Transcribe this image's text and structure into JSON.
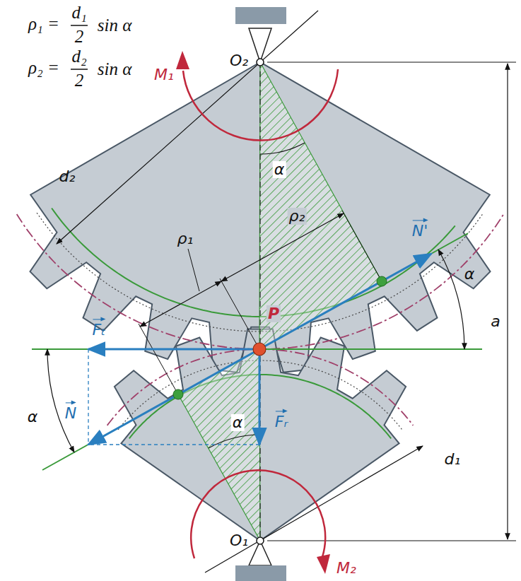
{
  "diagram": {
    "labels": [
      "ρ₁ =",
      "d₁",
      "2",
      "sin α",
      "ρ₂ =",
      "d₂",
      "2",
      "sin α",
      "O₂",
      "M₁",
      "α",
      "d₂",
      "ρ₂",
      "N'",
      "ρ₁",
      "P",
      "Fₜ",
      "α",
      "N",
      "α",
      "α",
      "Fᵣ",
      "d₁",
      "a",
      "O₁",
      "M₂"
    ]
  }
}
